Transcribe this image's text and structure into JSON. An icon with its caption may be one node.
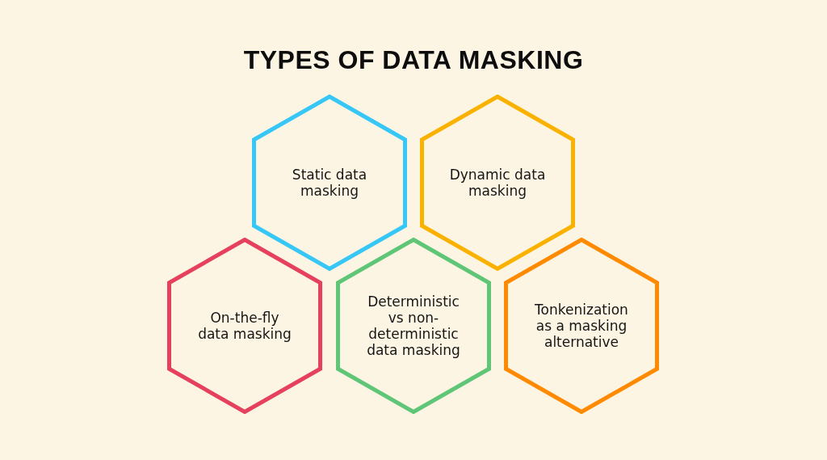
{
  "diagram": {
    "title": "TYPES OF DATA MASKING",
    "nodes": [
      {
        "text": [
          "Static data masking"
        ]
      },
      {
        "text": [
          "Dynamic data masking"
        ]
      },
      {
        "text": [
          "On-the-fly data masking"
        ]
      },
      {
        "text": [
          "Deterministic vs non-deterministic data masking"
        ]
      },
      {
        "text": [
          "Tonkenization as a masking alternative"
        ]
      }
    ]
  }
}
